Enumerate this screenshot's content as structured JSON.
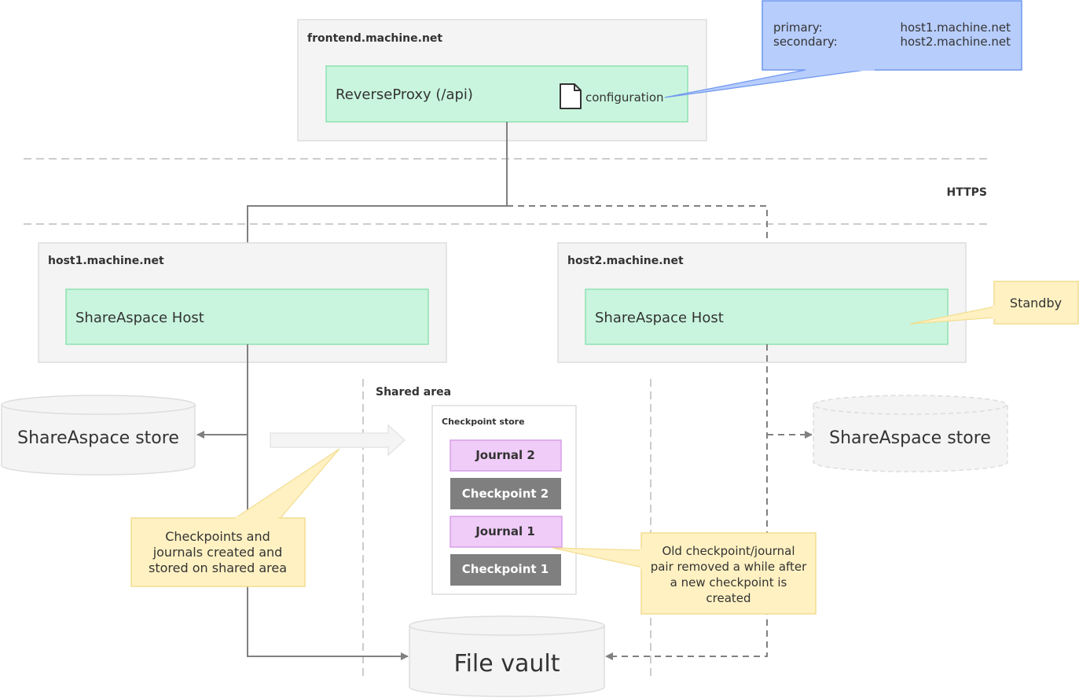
{
  "colors": {
    "group_fill": "#f4f4f4",
    "group_border": "#dddddd",
    "service_fill": "#c9f5de",
    "service_border": "#8fe2b2",
    "callout_blue_fill": "#b7cdfc",
    "callout_blue_border": "#6f98ef",
    "note_fill": "#fff1c2",
    "note_border": "#f2dd8f",
    "journal_fill": "#f0ccf8",
    "journal_border": "#d79ee8",
    "checkpoint_fill": "#7f7f7f",
    "line": "#808080",
    "dashed_separator": "#cccccc"
  },
  "icons": {
    "configuration": "document-icon"
  },
  "frontend": {
    "title": "frontend.machine.net",
    "proxy_label": "ReverseProxy (/api)",
    "configuration_label": "configuration"
  },
  "config_callout": {
    "primary_key": "primary:",
    "primary_value": "host1.machine.net",
    "secondary_key": "secondary:",
    "secondary_value": "host2.machine.net"
  },
  "protocol_label": "HTTPS",
  "host1": {
    "title": "host1.machine.net",
    "service_label": "ShareAspace Host",
    "store_label": "ShareAspace store"
  },
  "host2": {
    "title": "host2.machine.net",
    "service_label": "ShareAspace Host",
    "store_label": "ShareAspace store",
    "standby_label": "Standby"
  },
  "shared_area": {
    "title": "Shared area",
    "checkpoint_store_title": "Checkpoint store",
    "items": [
      {
        "label": "Journal 2",
        "kind": "journal"
      },
      {
        "label": "Checkpoint 2",
        "kind": "checkpoint"
      },
      {
        "label": "Journal 1",
        "kind": "journal"
      },
      {
        "label": "Checkpoint 1",
        "kind": "checkpoint"
      }
    ]
  },
  "notes": {
    "checkpoints_line1": "Checkpoints and",
    "checkpoints_line2": "journals created and",
    "checkpoints_line3": "stored on shared area",
    "old_pair_line1": "Old checkpoint/journal",
    "old_pair_line2": "pair removed a while after",
    "old_pair_line3": "a new checkpoint is",
    "old_pair_line4": "created"
  },
  "file_vault_label": "File vault"
}
